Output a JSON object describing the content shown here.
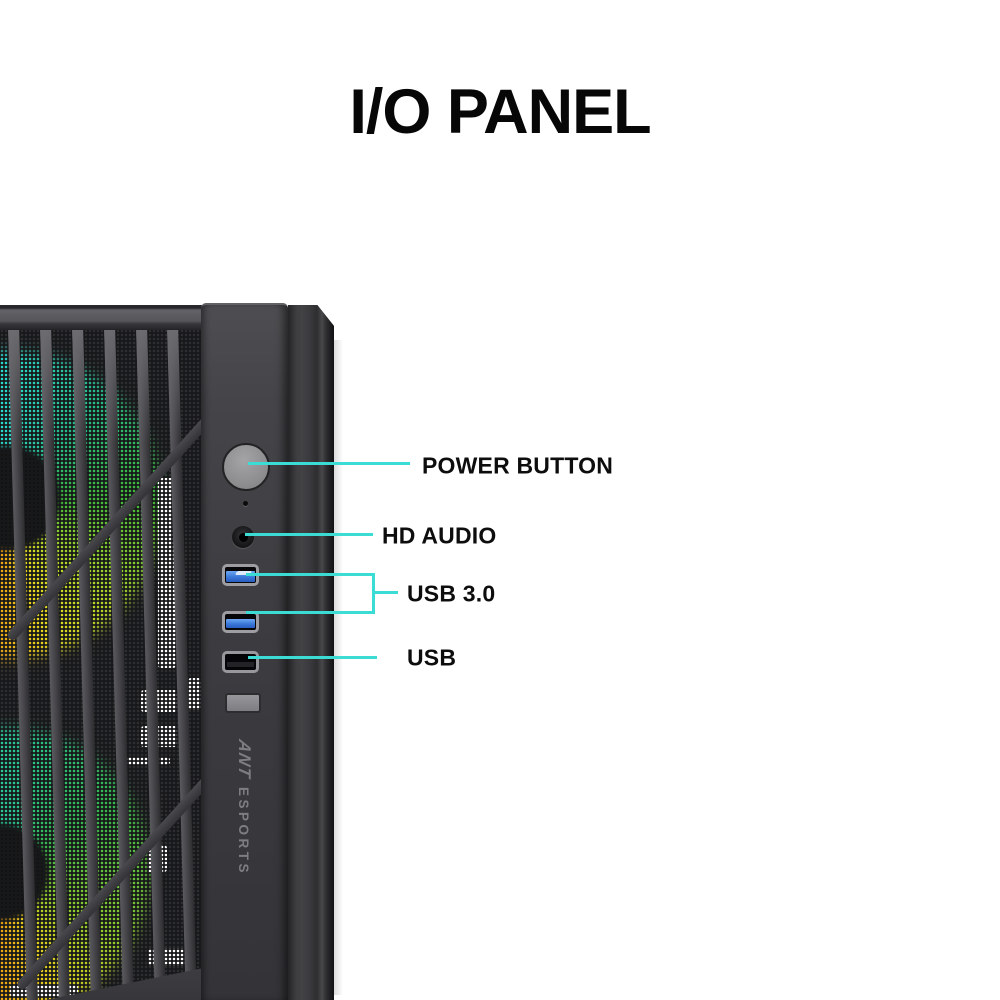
{
  "header": {
    "title": "I/O PANEL"
  },
  "colors": {
    "accent": "#3ADCD3",
    "label_text": "#0D0D0D",
    "usb3_blue": "#3A78D8",
    "background": "#FFFFFF"
  },
  "case": {
    "brand_ant": "ANT",
    "brand_esports": "ESPORTS"
  },
  "callouts": [
    {
      "label": "POWER BUTTON"
    },
    {
      "label": "HD AUDIO"
    },
    {
      "label": "USB 3.0"
    },
    {
      "label": "USB"
    }
  ]
}
